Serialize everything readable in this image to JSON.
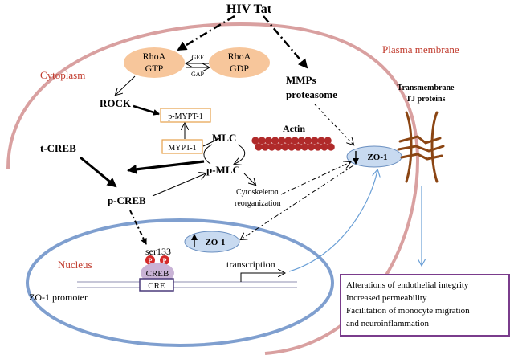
{
  "title": "HIV Tat",
  "regions": {
    "plasma_membrane": "Plasma membrane",
    "cytoplasm": "Cytoplasm",
    "nucleus": "Nucleus"
  },
  "nodes": {
    "rhoa_gtp": [
      "RhoA",
      "GTP"
    ],
    "rhoa_gdp": [
      "RhoA",
      "GDP"
    ],
    "gef": "GEF",
    "gap": "GAP",
    "mmps": [
      "MMPs",
      "proteasome"
    ],
    "rock": "ROCK",
    "p_mypt1": "p-MYPT-1",
    "mypt1": "MYPT-1",
    "mlc": "MLC",
    "p_mlc": "p-MLC",
    "actin": "Actin",
    "t_creb": "t-CREB",
    "p_creb": "p-CREB",
    "cytoskeleton": [
      "Cytoskeleton",
      "reorganization"
    ],
    "zo1_membrane": "ZO-1",
    "zo1_nucleus": "ZO-1",
    "tj_proteins": [
      "Transmembrane",
      "TJ proteins"
    ],
    "ser133": "ser133",
    "phospho": "P",
    "creb": "CREB",
    "cre": "CRE",
    "transcription": "transcription",
    "zo1_promoter": "ZO-1 promoter"
  },
  "outcomes": [
    "Alterations of endothelial integrity",
    "Increased permeability",
    "Facilitation of monocyte migration",
    "and neuroinflammation"
  ],
  "colors": {
    "membrane": "#d9a0a0",
    "nucleus": "#7f9fcf",
    "rhoa": "#f7c69b",
    "zo1": "#c8daf0",
    "creb": "#c9b3d6",
    "actin": "#b02a2a",
    "junction": "#8b4513",
    "box_orange": "#e6a04a",
    "outcome_border": "#7a3c8c",
    "region_label": "#c0392b",
    "blue_arrow": "#6a9fd6"
  }
}
